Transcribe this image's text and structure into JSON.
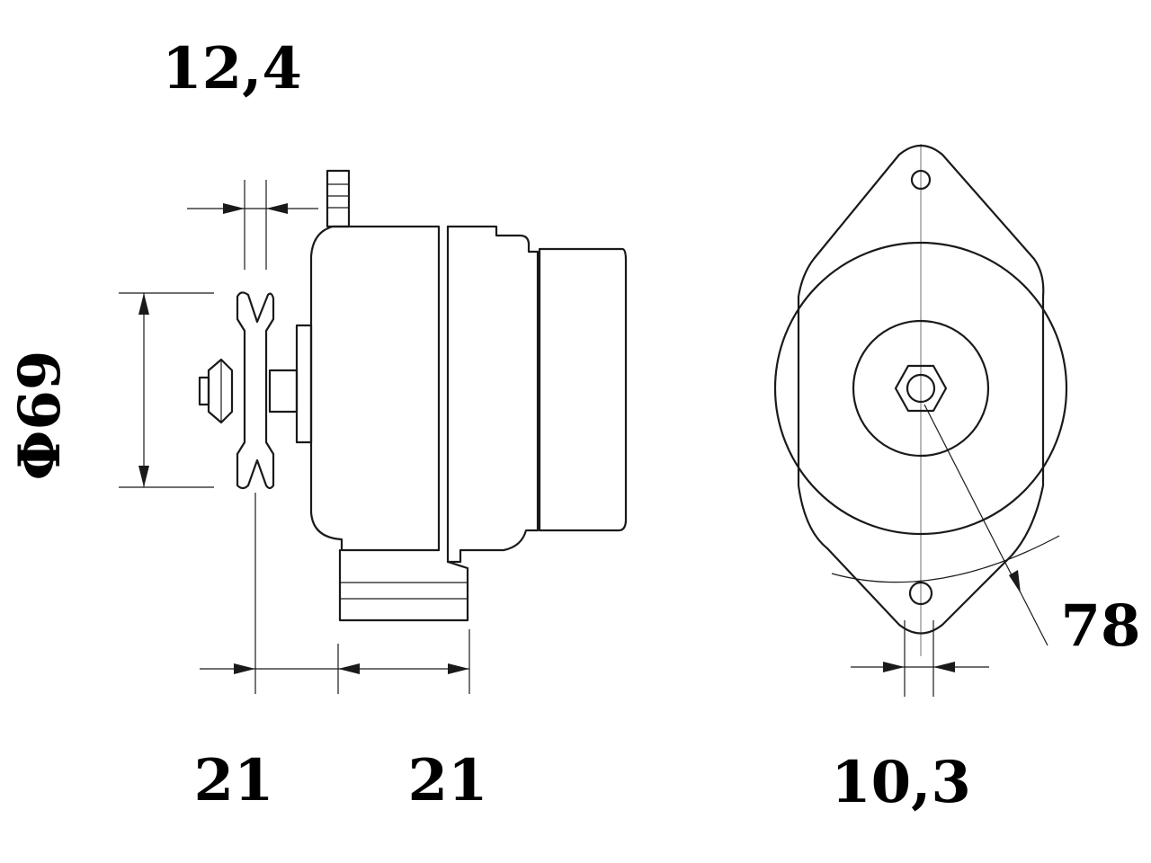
{
  "dimensions": {
    "shaft_offset": "12,4",
    "pulley_diameter": "Φ69",
    "front_length": "21",
    "rear_length": "21",
    "mount_width": "10,3",
    "mount_radius": "78"
  },
  "colors": {
    "line": "#1a1a1a",
    "axis": "#8a8a8a",
    "background": "#ffffff"
  }
}
